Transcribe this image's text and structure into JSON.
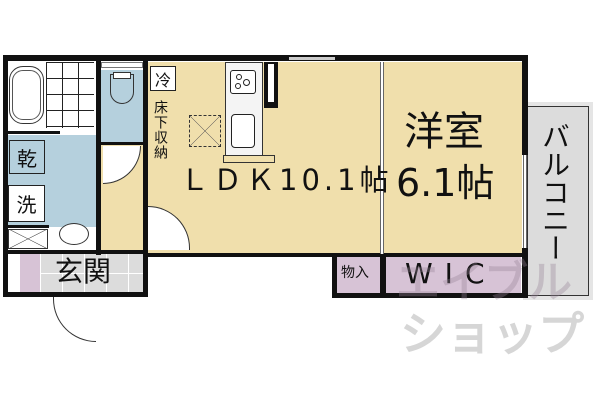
{
  "floorplan": {
    "rooms": {
      "ldk": {
        "name": "ＬＤＫ",
        "size": "10.1帖"
      },
      "western_room": {
        "name": "洋室",
        "size": "6.1帖"
      },
      "balcony": {
        "name": "バルコニー"
      },
      "entrance": {
        "name": "玄関"
      },
      "wic": {
        "name": "WIC"
      },
      "storage": {
        "name": "物入"
      },
      "underfloor_storage": {
        "name": "床下収納"
      }
    },
    "fixtures": {
      "fridge": "冷",
      "dryer": "乾",
      "washer": "洗"
    },
    "colors": {
      "ldk_floor": "#f0dfac",
      "wet_area": "#b5d0dd",
      "entrance_tile": "#dcdcdc",
      "closet": "#d7c3d6",
      "balcony": "#dcdcdc",
      "wall": "#111111"
    }
  },
  "watermark": {
    "line1": "エイブル",
    "line2": "ショップ"
  }
}
